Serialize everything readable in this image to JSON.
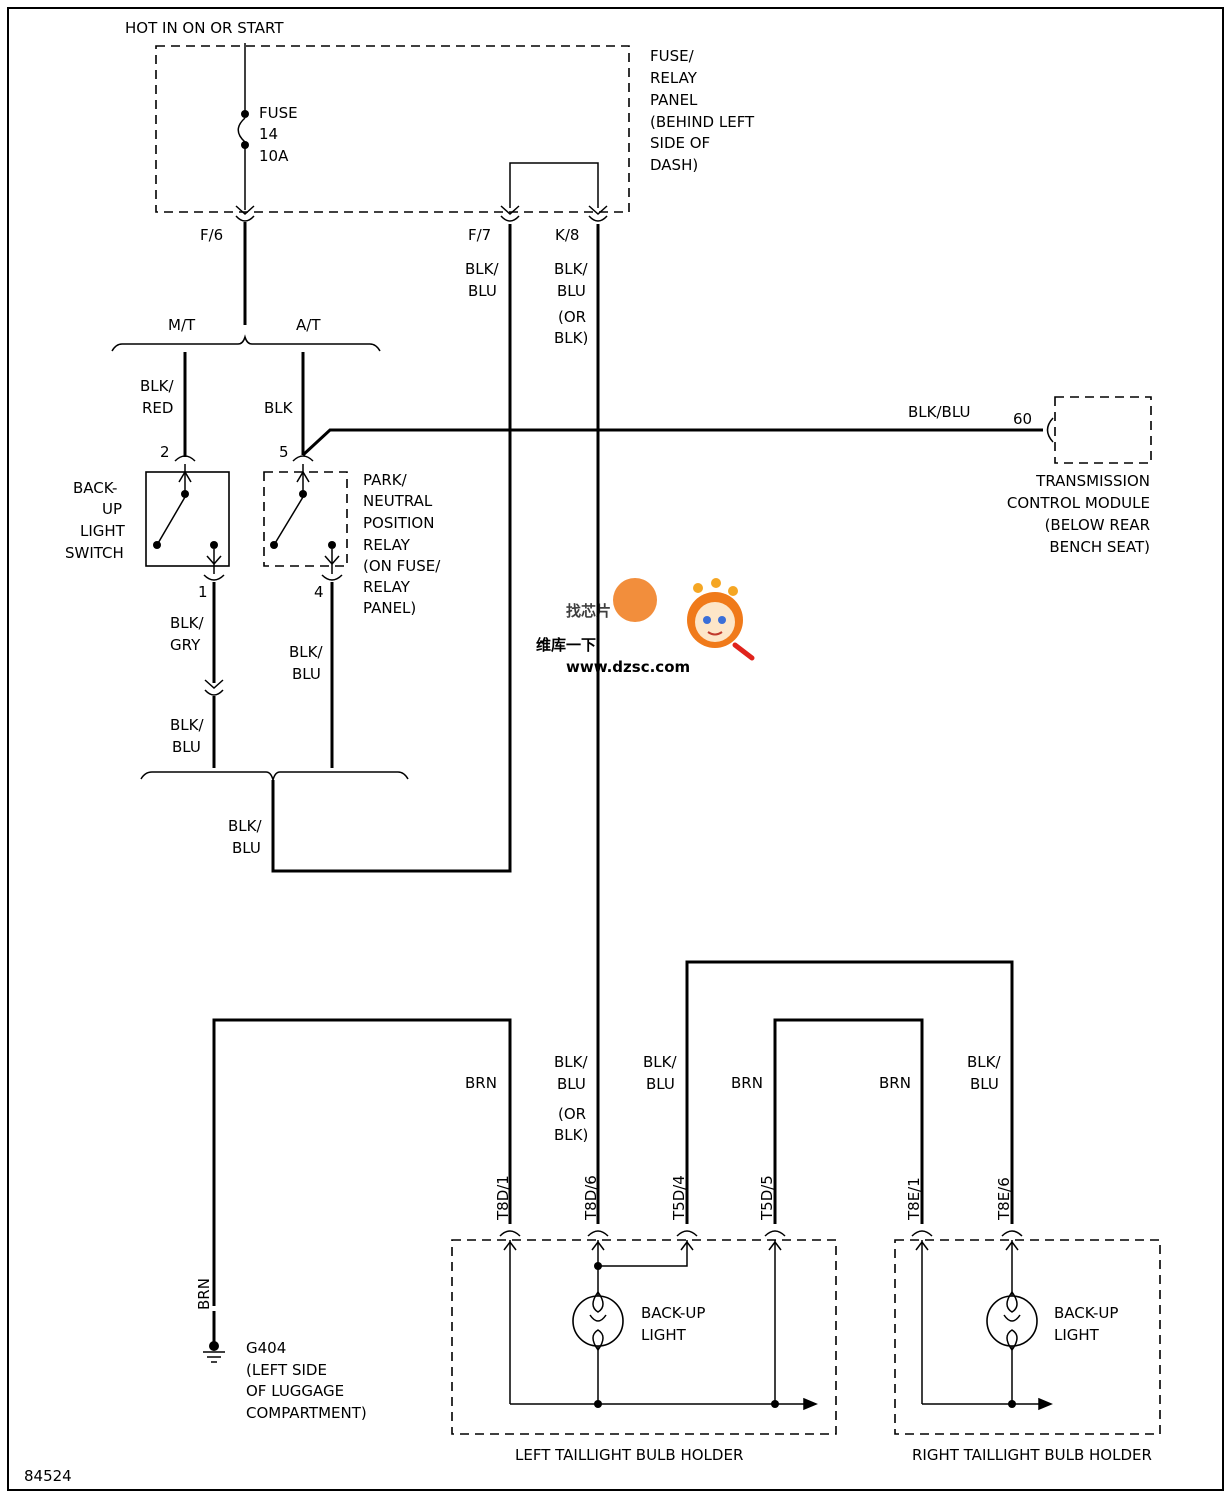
{
  "supply": {
    "label": "HOT IN ON OR START"
  },
  "fuse_relay_panel": {
    "lines": [
      "FUSE/",
      "RELAY",
      "PANEL",
      "(BEHIND LEFT",
      "SIDE OF",
      "DASH)"
    ]
  },
  "fuse": {
    "lines": [
      "FUSE",
      "14",
      "10A"
    ]
  },
  "connectors": {
    "f6": "F/6",
    "f7": "F/7",
    "k8": "K/8",
    "pin2": "2",
    "pin5": "5",
    "pin1": "1",
    "pin4": "4",
    "pin60": "60",
    "t8d1": "T8D/1",
    "t8d6": "T8D/6",
    "t5d4": "T5D/4",
    "t5d5": "T5D/5",
    "t8e1": "T8E/1",
    "t8e6": "T8E/6"
  },
  "splice": {
    "mt": "M/T",
    "at": "A/T"
  },
  "wires": {
    "f7_a": "BLK/",
    "f7_b": "BLU",
    "k8_a": "BLK/",
    "k8_b": "BLU",
    "k8_c": "(OR",
    "k8_d": "BLK)",
    "mt_a": "BLK/",
    "mt_b": "RED",
    "at": "BLK",
    "tcm": "BLK/BLU",
    "p1_a": "BLK/",
    "p1_b": "GRY",
    "p1b_a": "BLK/",
    "p1b_b": "BLU",
    "p4_a": "BLK/",
    "p4_b": "BLU",
    "join_a": "BLK/",
    "join_b": "BLU",
    "brn_l": "BRN",
    "blk_c_a": "BLK/",
    "blk_c_b": "BLU",
    "blk_c_c": "(OR",
    "blk_c_d": "BLK)",
    "blk_t5_a": "BLK/",
    "blk_t5_b": "BLU",
    "brn_t5": "BRN",
    "brn_r": "BRN",
    "blk_r_a": "BLK/",
    "blk_r_b": "BLU",
    "brn_g": "BRN"
  },
  "backup_switch": {
    "lines": [
      "BACK-",
      "UP",
      "LIGHT",
      "SWITCH"
    ]
  },
  "pnp_relay": {
    "lines": [
      "PARK/",
      "NEUTRAL",
      "POSITION",
      "RELAY",
      "(ON FUSE/",
      "RELAY",
      "PANEL)"
    ]
  },
  "tcm": {
    "lines": [
      "TRANSMISSION",
      "CONTROL MODULE",
      "(BELOW REAR",
      "BENCH SEAT)"
    ]
  },
  "left_light": {
    "lines": [
      "BACK-UP",
      "LIGHT"
    ]
  },
  "right_light": {
    "lines": [
      "BACK-UP",
      "LIGHT"
    ]
  },
  "left_holder": {
    "label": "LEFT TAILLIGHT BULB HOLDER"
  },
  "right_holder": {
    "label": "RIGHT TAILLIGHT BULB HOLDER"
  },
  "ground": {
    "id": "G404",
    "lines": [
      "(LEFT SIDE",
      "OF LUGGAGE",
      "COMPARTMENT)"
    ]
  },
  "figure_id": "84524",
  "watermark": {
    "line1": "找芯片",
    "line2": "维库一下",
    "url": "www.dzsc.com",
    "colors": {
      "orange": "#f07a1a",
      "red": "#e0231c",
      "blue": "#6b5bd8"
    }
  }
}
